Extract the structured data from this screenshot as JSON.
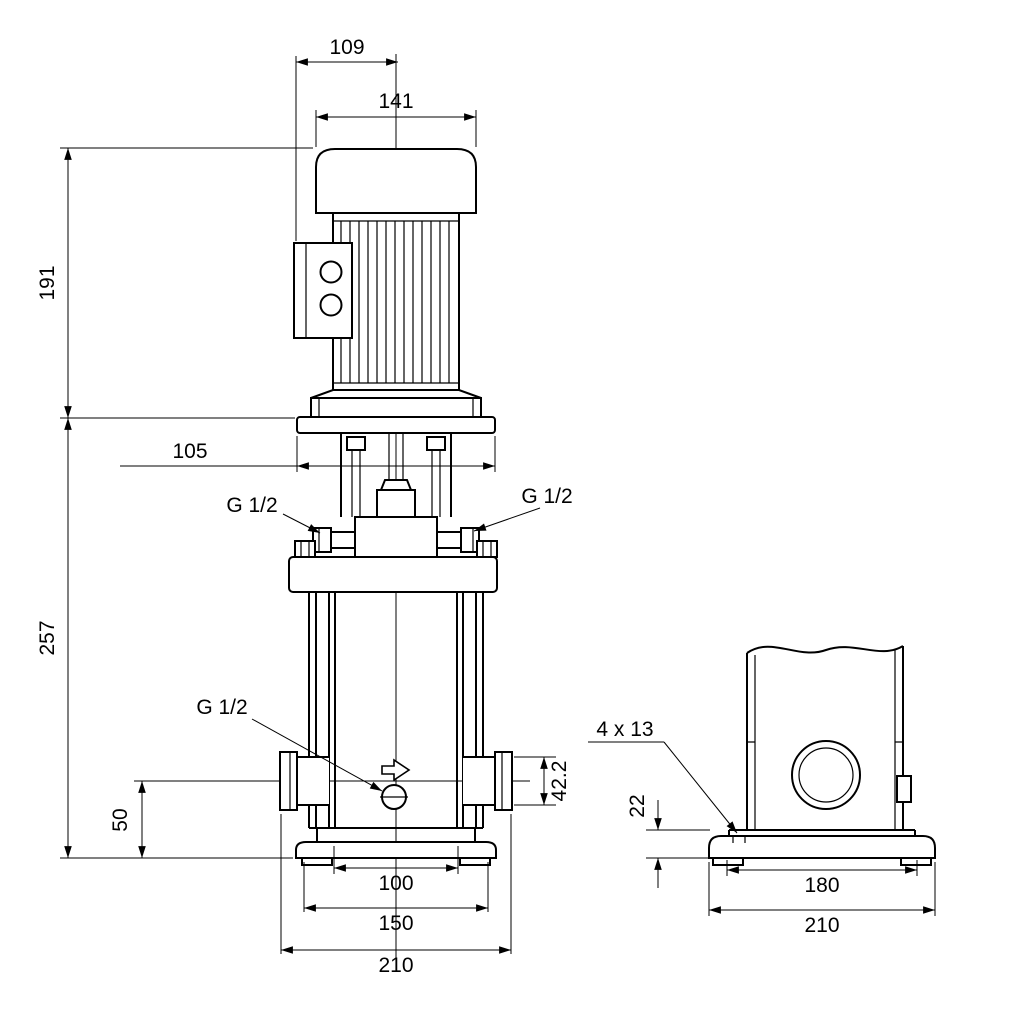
{
  "drawing": {
    "type": "pump-dimensional-drawing",
    "colors": {
      "line": "#000000",
      "background": "#ffffff"
    },
    "labels": {
      "dim_109": "109",
      "dim_141": "141",
      "dim_191": "191",
      "dim_105": "105",
      "dim_257": "257",
      "g_half_left": "G 1/2",
      "g_half_right": "G 1/2",
      "g_half_drain": "G 1/2",
      "dim_50": "50",
      "dim_42_2": "42.2",
      "dim_100": "100",
      "dim_150": "150",
      "dim_210_front": "210",
      "dim_4x13": "4 x 13",
      "dim_22": "22",
      "dim_180": "180",
      "dim_210_side": "210"
    }
  }
}
